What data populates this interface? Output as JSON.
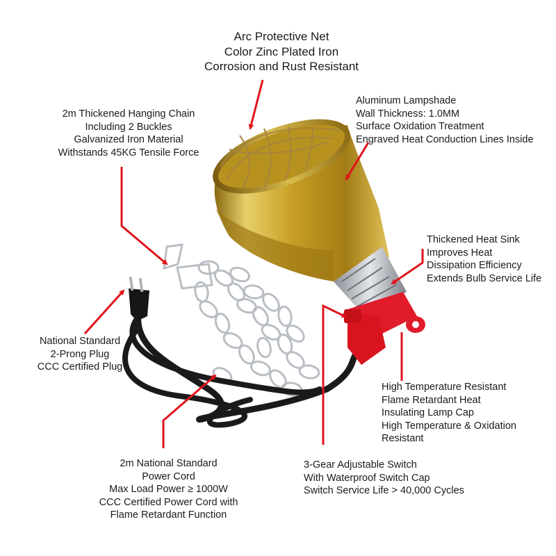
{
  "callouts": {
    "net": {
      "lines": [
        "Arc Protective Net",
        "Color Zinc Plated Iron",
        "Corrosion and Rust Resistant"
      ]
    },
    "shade": {
      "lines": [
        "Aluminum Lampshade",
        "Wall Thickness: 1.0MM",
        "Surface Oxidation Treatment",
        "Engraved Heat Conduction Lines Inside"
      ]
    },
    "chain": {
      "lines": [
        "2m Thickened Hanging Chain",
        "Including 2 Buckles",
        "Galvanized Iron Material",
        "Withstands 45KG Tensile Force"
      ]
    },
    "sink": {
      "lines": [
        "Thickened Heat Sink",
        "Improves Heat",
        "Dissipation Efficiency",
        "Extends Bulb Service Life"
      ]
    },
    "plug": {
      "lines": [
        "National Standard",
        "2-Prong Plug",
        "CCC Certified Plug"
      ]
    },
    "cap": {
      "lines": [
        "High Temperature Resistant",
        "Flame Retardant Heat",
        "Insulating Lamp Cap",
        "High Temperature & Oxidation",
        "Resistant"
      ]
    },
    "cord": {
      "lines": [
        "2m National Standard",
        "Power Cord",
        "Max Load Power ≥ 1000W",
        "CCC Certified Power Cord with",
        "Flame Retardant Function"
      ]
    },
    "switch": {
      "lines": [
        "3-Gear Adjustable Switch",
        "With Waterproof Switch Cap",
        "Switch Service Life > 40,000 Cycles"
      ]
    }
  },
  "colors": {
    "pointer": "#e0141c",
    "gold": "#c9a42a",
    "cap": "#e11b2a",
    "cord": "#1a1a1a",
    "chain": "#b9bec4"
  }
}
